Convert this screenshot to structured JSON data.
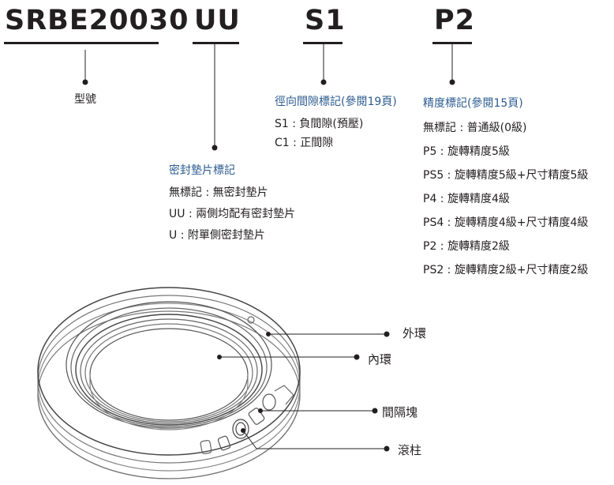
{
  "code": {
    "model": "SRBE20030",
    "seal": "UU",
    "clearance": "S1",
    "precision": "P2"
  },
  "model_label": "型號",
  "seal_section": {
    "title": "密封墊片標記",
    "items": [
      "無標記 : 無密封墊片",
      "UU : 兩側均配有密封墊片",
      "U : 附單側密封墊片"
    ]
  },
  "clearance_section": {
    "title": "徑向間隙標記(參閱19頁)",
    "items": [
      "S1 : 負間隙(預壓)",
      "C1 : 正間隙"
    ]
  },
  "precision_section": {
    "title": "精度標記(參閱15頁)",
    "items": [
      "無標記 : 普通級(0級)",
      "P5 : 旋轉精度5級",
      "PS5 : 旋轉精度5級+尺寸精度5級",
      "P4 : 旋轉精度4級",
      "PS4 : 旋轉精度4級+尺寸精度4級",
      "P2 : 旋轉精度2級",
      "PS2 : 旋轉精度2級+尺寸精度2級"
    ]
  },
  "parts": {
    "outer_ring": "外環",
    "inner_ring": "內環",
    "spacer": "間隔塊",
    "roller": "滾柱"
  },
  "colors": {
    "text": "#231f20",
    "accent_blue": "#2b5b8f"
  }
}
